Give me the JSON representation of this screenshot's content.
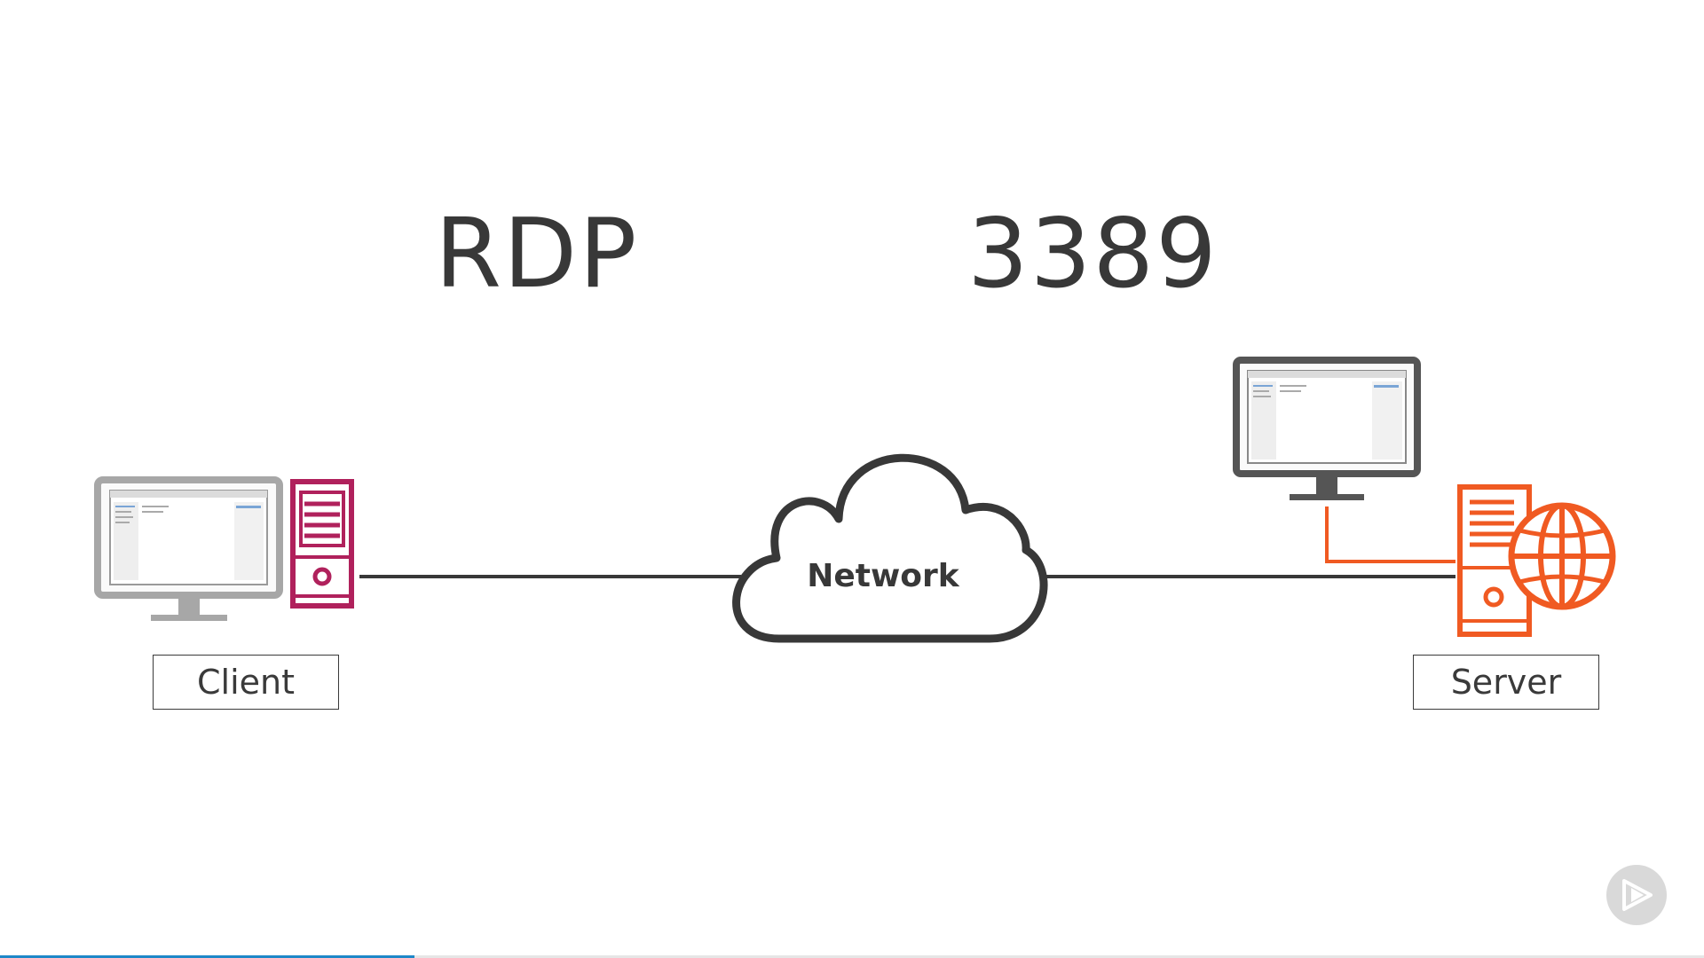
{
  "diagram": {
    "protocol": "RDP",
    "port": "3389",
    "network_label": "Network",
    "client_label": "Client",
    "server_label": "Server"
  },
  "colors": {
    "client_tower": "#b0215c",
    "server": "#f05a22",
    "connection_line": "#383838",
    "monitor_frame": "#a7a7a7",
    "server_monitor_frame": "#555555"
  },
  "icons": {
    "client_monitor": "monitor-icon",
    "client_tower": "desktop-tower-icon",
    "network": "cloud-icon",
    "server_monitor": "monitor-icon",
    "server": "web-server-icon",
    "player_badge": "play-icon"
  },
  "player": {
    "progress_fraction": 0.243
  }
}
